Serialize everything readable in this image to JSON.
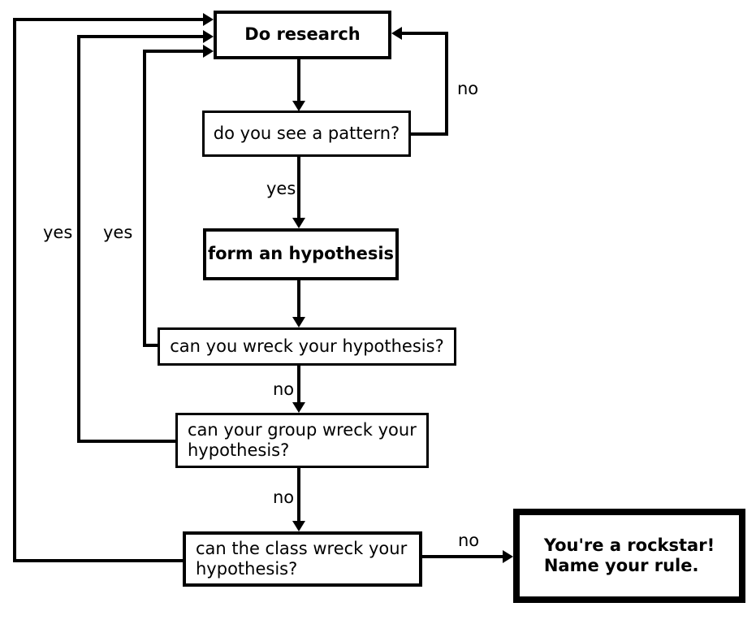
{
  "flowchart": {
    "nodes": {
      "do_research": "Do research",
      "see_pattern": "do you see a pattern?",
      "form_hypothesis": "form an hypothesis",
      "wreck_self": "can you wreck your hypothesis?",
      "wreck_group": "can your group wreck your hypothesis?",
      "wreck_class": "can the class wreck your hypothesis?",
      "rockstar_line1": "You're a rockstar!",
      "rockstar_line2": "Name your rule."
    },
    "edge_labels": {
      "see_pattern_no": "no",
      "see_pattern_yes": "yes",
      "wreck_self_no": "no",
      "wreck_group_no": "no",
      "wreck_class_no": "no",
      "loop_middle_yes": "yes",
      "loop_inner_yes": "yes"
    },
    "colors": {
      "line": "#000000",
      "text": "#000000",
      "box_fill": "#ffffff",
      "background": "#ffffff"
    }
  }
}
